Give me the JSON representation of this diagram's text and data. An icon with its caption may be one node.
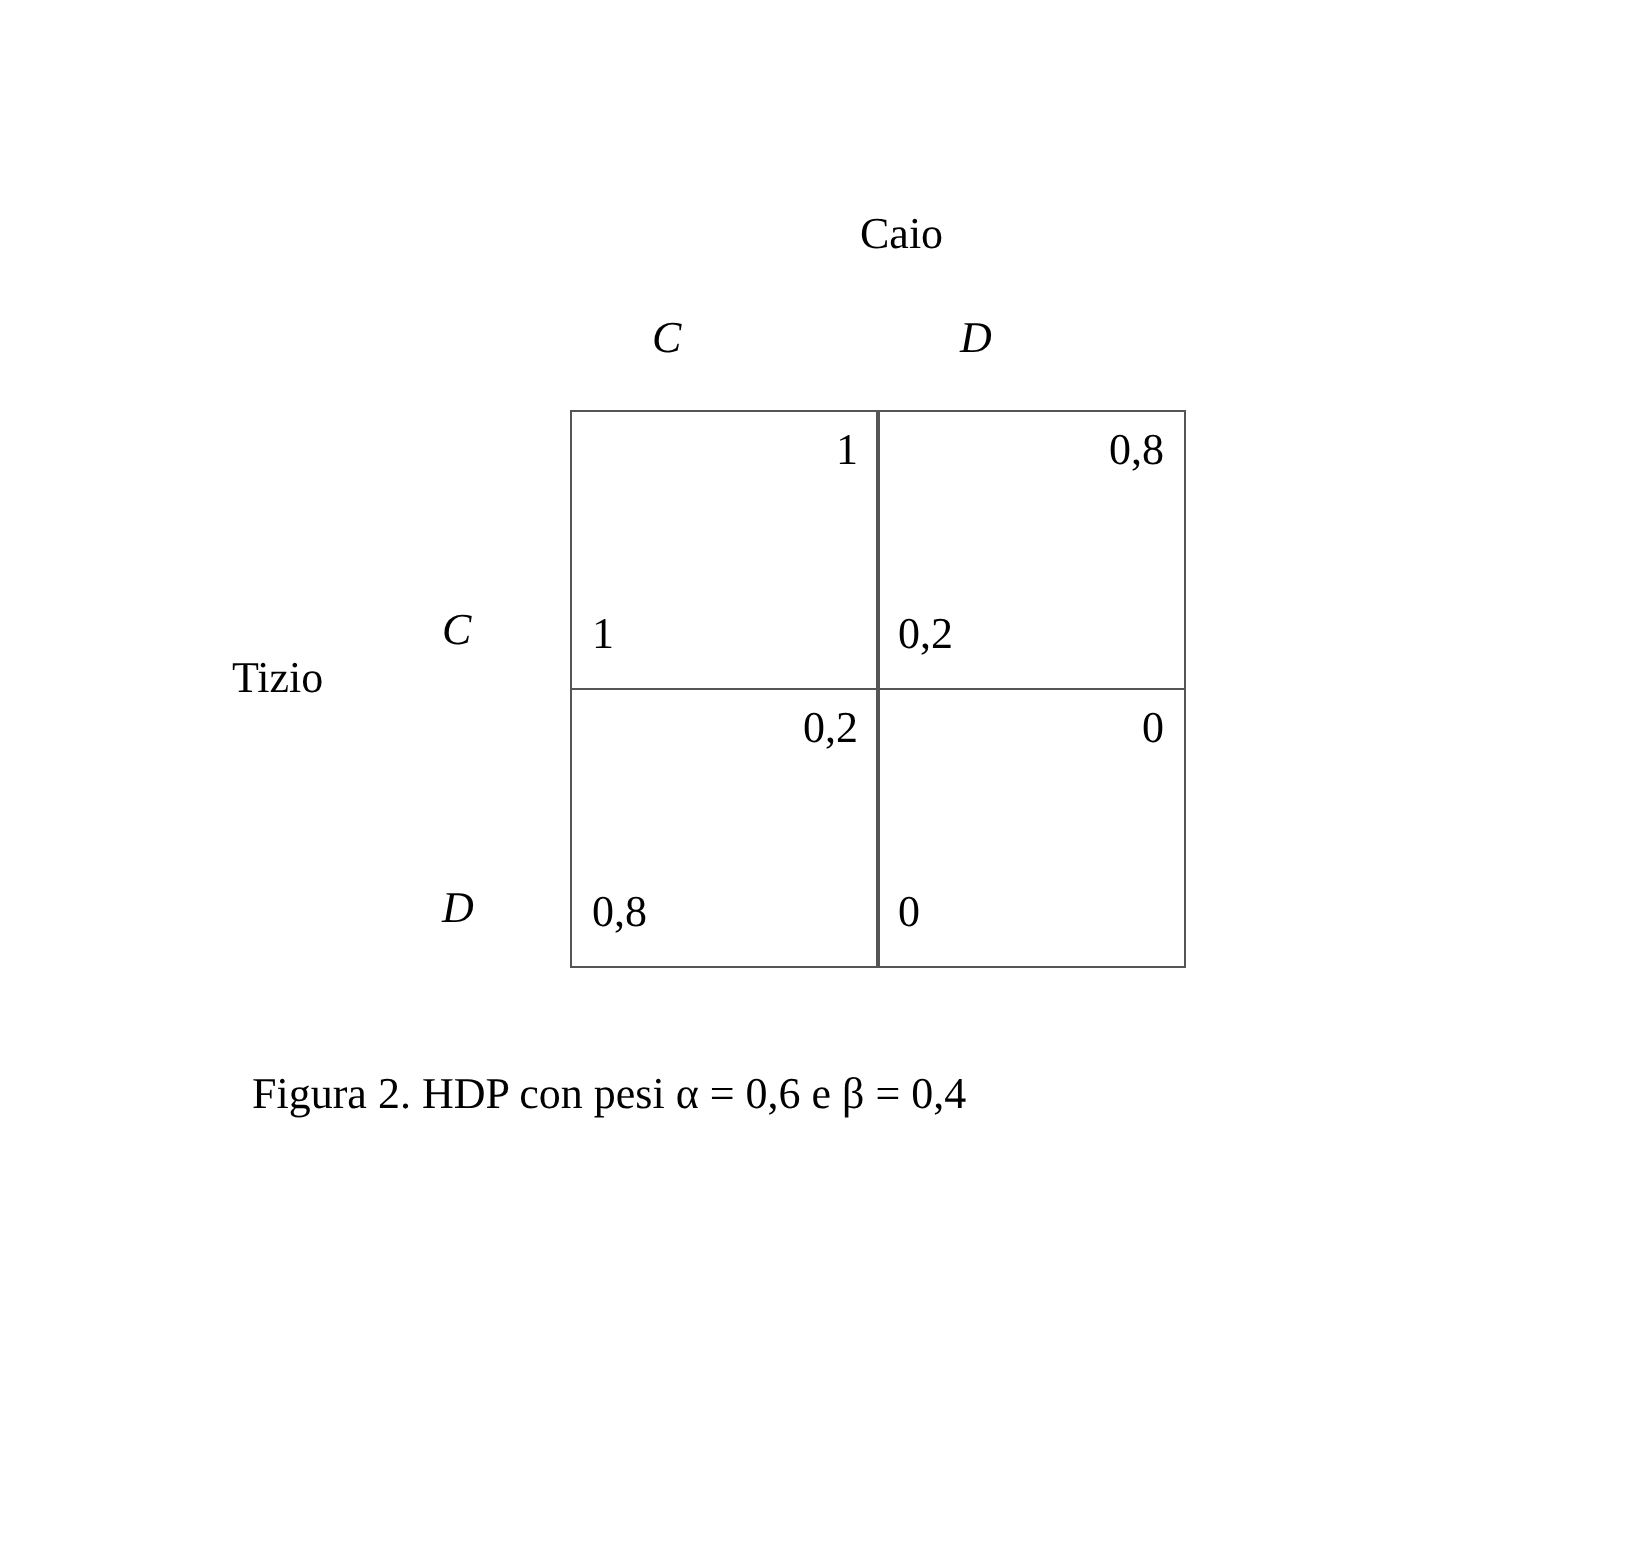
{
  "diagram": {
    "caption": "Figura 2. HDP con pesi α = 0,6 e β = 0,4",
    "nodes": [
      {
        "text": [
          "1",
          "1"
        ]
      },
      {
        "text": [
          "0,8",
          "0,2"
        ]
      },
      {
        "text": [
          "0,2",
          "0,8"
        ]
      },
      {
        "text": [
          "0",
          "0"
        ]
      }
    ],
    "labels": [
      "Caio",
      "C",
      "D",
      "C",
      "Tizio",
      "D"
    ]
  }
}
